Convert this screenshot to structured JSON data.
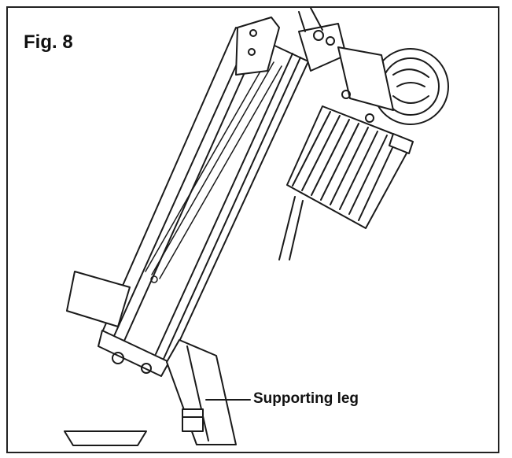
{
  "figure": {
    "label": "Fig. 8",
    "callouts": [
      {
        "id": "supporting-leg",
        "text": "Supporting leg"
      }
    ]
  },
  "colors": {
    "line": "#1a1a1a",
    "frame": "#222222",
    "background": "#ffffff",
    "shade": "#d9d9d9"
  }
}
